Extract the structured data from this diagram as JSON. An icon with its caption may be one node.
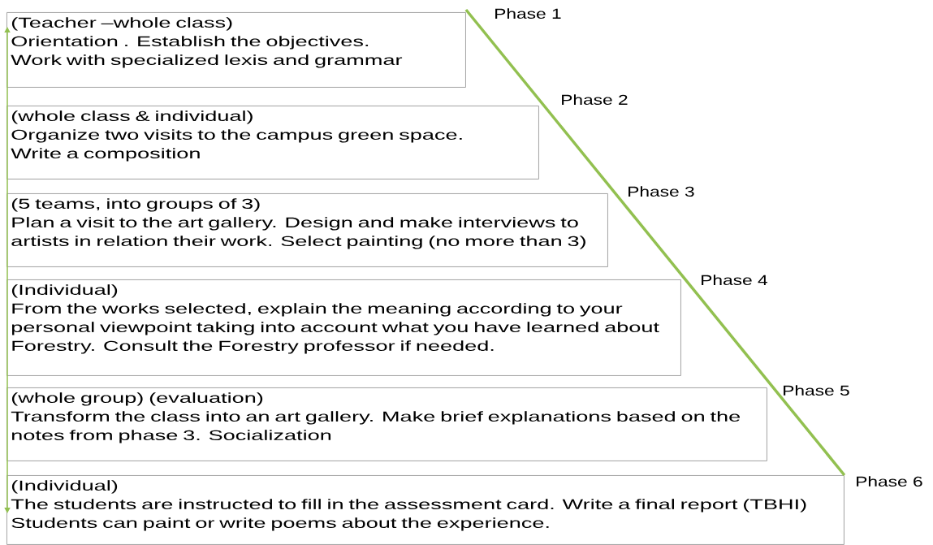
{
  "diagram": {
    "nodes": [
      {
        "text": [
          "(Teacher –whole class)",
          "Orientation .  Establish the objectives.",
          "Work with specialized lexis and grammar"
        ],
        "beside": [
          "Phase 1"
        ]
      },
      {
        "text": [
          "(whole class & individual)",
          "Organize two visits  to the campus green space.",
          "Write a composition"
        ],
        "beside": [
          "Phase 2"
        ]
      },
      {
        "text": [
          "(5 teams, into groups of 3)",
          "Plan a visit to the art gallery.  Design and make interviews to artists in relation their work. Select painting (no more than 3)"
        ],
        "beside": [
          "Phase 3"
        ]
      },
      {
        "text": [
          "(Individual)",
          "From the works selected, explain the meaning according to your personal viewpoint taking into account what you have learned about Forestry. Consult the Forestry professor if needed."
        ],
        "beside": [
          "Phase 4"
        ]
      },
      {
        "text": [
          "(whole group) (evaluation)",
          "Transform the class into an art gallery. Make brief explanations based on the notes from phase 3. Socialization"
        ],
        "beside": [
          "Phase 5"
        ]
      },
      {
        "text": [
          "(Individual)",
          "The students are instructed to fill in the assessment card. Write a final report (TBHI)",
          "Students can paint or write poems about the experience."
        ],
        "beside": [
          "Phase 6"
        ]
      }
    ],
    "edges": [
      {
        "from": 0,
        "to": 5,
        "arrow": "both"
      },
      {
        "from": 0,
        "to": 5,
        "arrow": "none",
        "style": "thick"
      }
    ]
  }
}
